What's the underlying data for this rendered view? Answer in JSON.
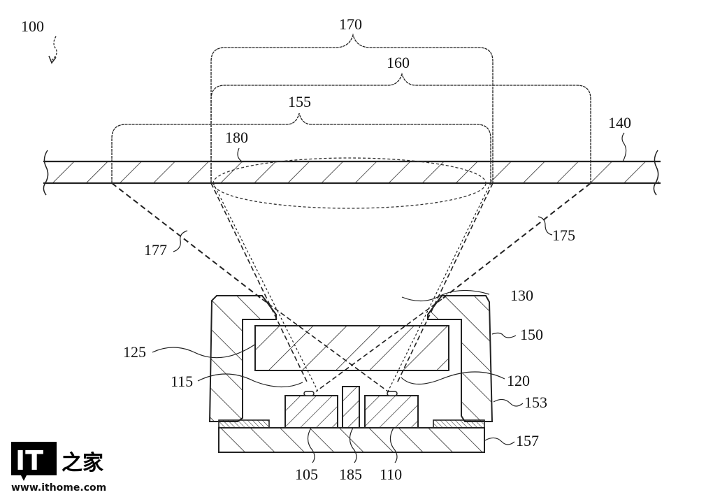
{
  "figure": {
    "reference": "100",
    "labels": {
      "wide_fov": "170",
      "mid_fov": "160",
      "narrow_fov": "155",
      "cover_layer": "140",
      "focal_area": "180",
      "ray_left": "177",
      "ray_right": "175",
      "aperture": "130",
      "housing": "150",
      "lens": "125",
      "emitter_left_lead": "115",
      "emitter_right_lead": "120",
      "wall": "153",
      "substrate": "157",
      "emitter": "105",
      "barrier": "185",
      "detector": "110"
    }
  },
  "watermark": {
    "logo_text": "IT",
    "logo_suffix": "之家",
    "url": "www.ithome.com"
  }
}
